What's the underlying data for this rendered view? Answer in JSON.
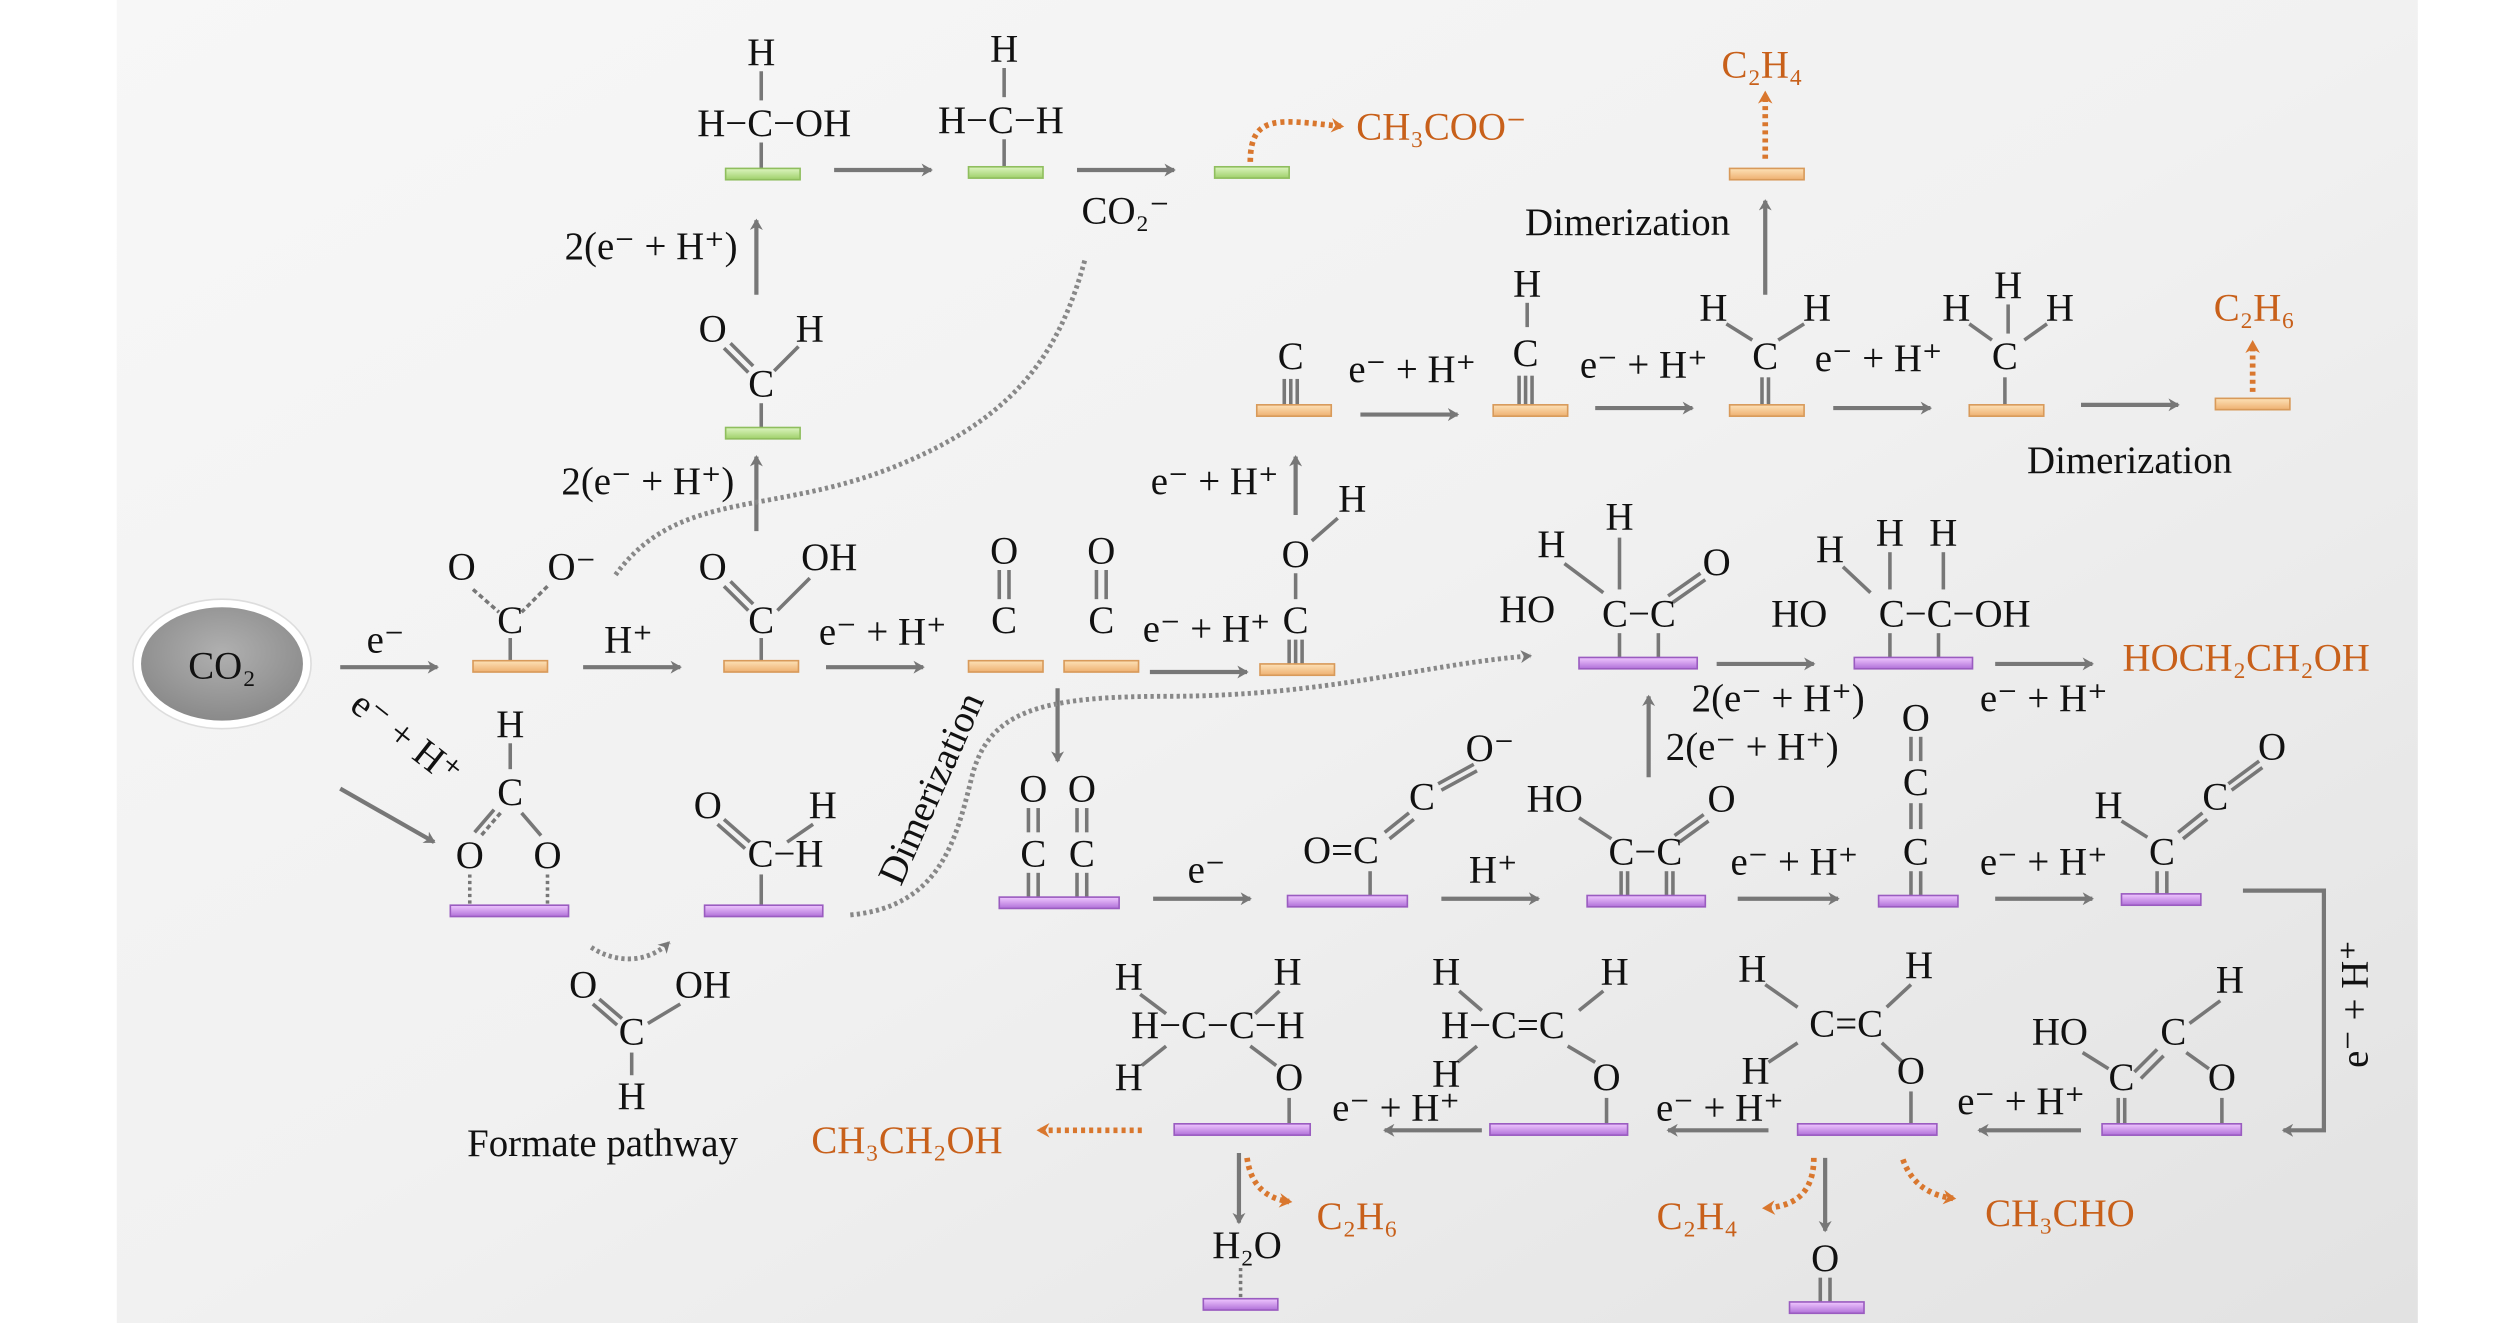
{
  "start": "CO₂",
  "colors": {
    "orange_surface": "#f6c690",
    "green_surface": "#bde38e",
    "purple_surface": "#c98be8",
    "product": "#c8601a",
    "arrow": "#777777"
  },
  "steps": {
    "e": "e⁻",
    "h": "H⁺",
    "eh": "e⁻ + H⁺",
    "two_eh": "2(e⁻ + H⁺)",
    "co2_minus": "CO₂⁻"
  },
  "annotations": {
    "dimerization": "Dimerization",
    "formate_pathway": "Formate pathway"
  },
  "products": {
    "ch3coo": "CH₃COO⁻",
    "c2h4_top": "C₂H₄",
    "c2h6_top": "C₂H₆",
    "glycol": "HOCH₂CH₂OH",
    "ethanol": "CH₃CH₂OH",
    "c2h6_bottom": "C₂H₆",
    "c2h4_bottom": "C₂H₄",
    "acetaldehyde": "CH₃CHO"
  },
  "atoms": {
    "H": "H",
    "C": "C",
    "O": "O",
    "OH": "OH",
    "HO": "HO",
    "Ominus": "O⁻",
    "HCOH": "H−C−OH",
    "HCH": "H−C−H",
    "CH": "C−H",
    "CC": "C−C",
    "CCOH": "C−C−OH",
    "OeqC": "O=C",
    "HCCH": "H−C−C−H",
    "HCeqC": "H−C=C",
    "CeqC": "C=C",
    "H2O": "H₂O"
  }
}
